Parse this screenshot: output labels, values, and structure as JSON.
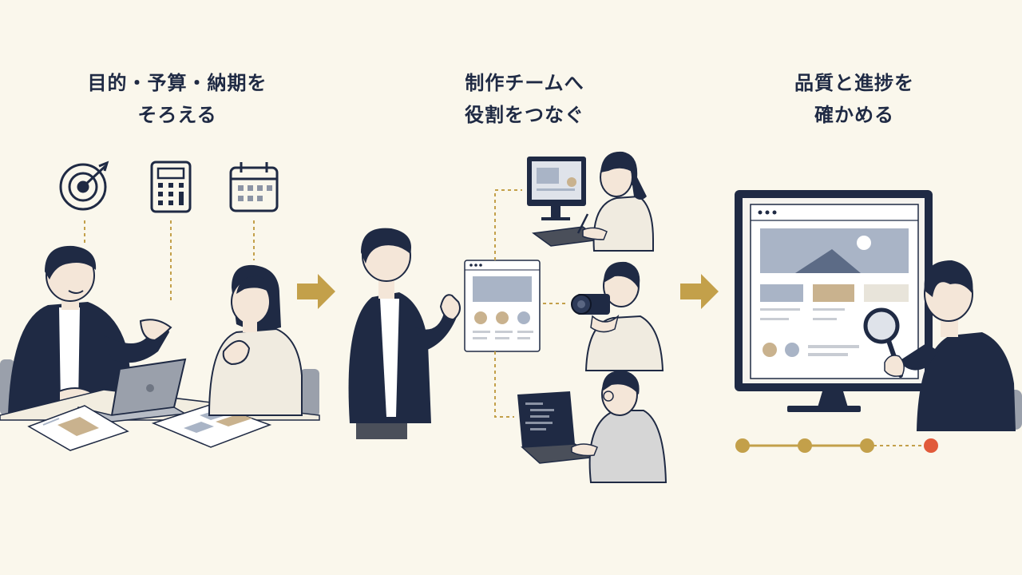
{
  "steps": [
    {
      "line1": "目的・予算・納期を",
      "line2": "そろえる",
      "icons": [
        "target-icon",
        "calculator-icon",
        "calendar-icon"
      ]
    },
    {
      "line1": "制作チームへ",
      "line2": "役割をつなぐ",
      "roles": [
        "designer",
        "photographer",
        "engineer"
      ]
    },
    {
      "line1": "品質と進捗を",
      "line2": "確かめる",
      "progress": {
        "milestones_done": 3,
        "milestones_total": 4
      }
    }
  ],
  "colors": {
    "background": "#faf7ec",
    "navy": "#1f2a44",
    "gold_arrow": "#c3a04a",
    "progress_done": "#c3a04a",
    "progress_pending": "#e15a3a",
    "wire": "#a9b4c6",
    "beige": "#c9b28e"
  }
}
